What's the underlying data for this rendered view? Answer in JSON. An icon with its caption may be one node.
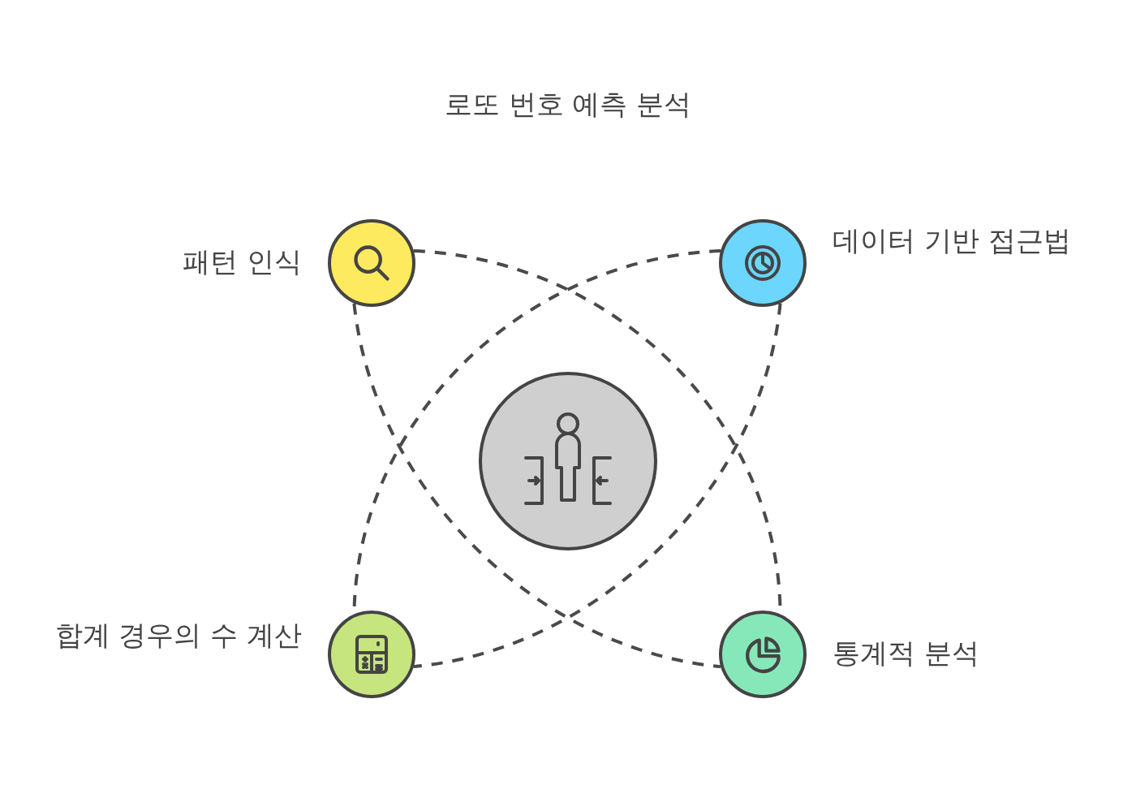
{
  "diagram": {
    "title": "로또 번호 예측 분석",
    "nodes": [
      {
        "text": [
          "패턴 인식"
        ]
      },
      {
        "text": [
          "데이터 기반 접근법"
        ]
      },
      {
        "text": [],
        "shape": "circle"
      },
      {
        "text": [
          "합계 경우의 수 계산"
        ]
      },
      {
        "text": [
          "통계적 분석"
        ]
      }
    ],
    "edges": [
      {
        "from": 0,
        "to": 4,
        "arrow": "none",
        "style": "dashed"
      },
      {
        "from": 0,
        "to": 4,
        "arrow": "none",
        "style": "dashed"
      },
      {
        "from": 1,
        "to": 3,
        "arrow": "none",
        "style": "dashed"
      },
      {
        "from": 1,
        "to": 3,
        "arrow": "none",
        "style": "dashed"
      }
    ]
  }
}
